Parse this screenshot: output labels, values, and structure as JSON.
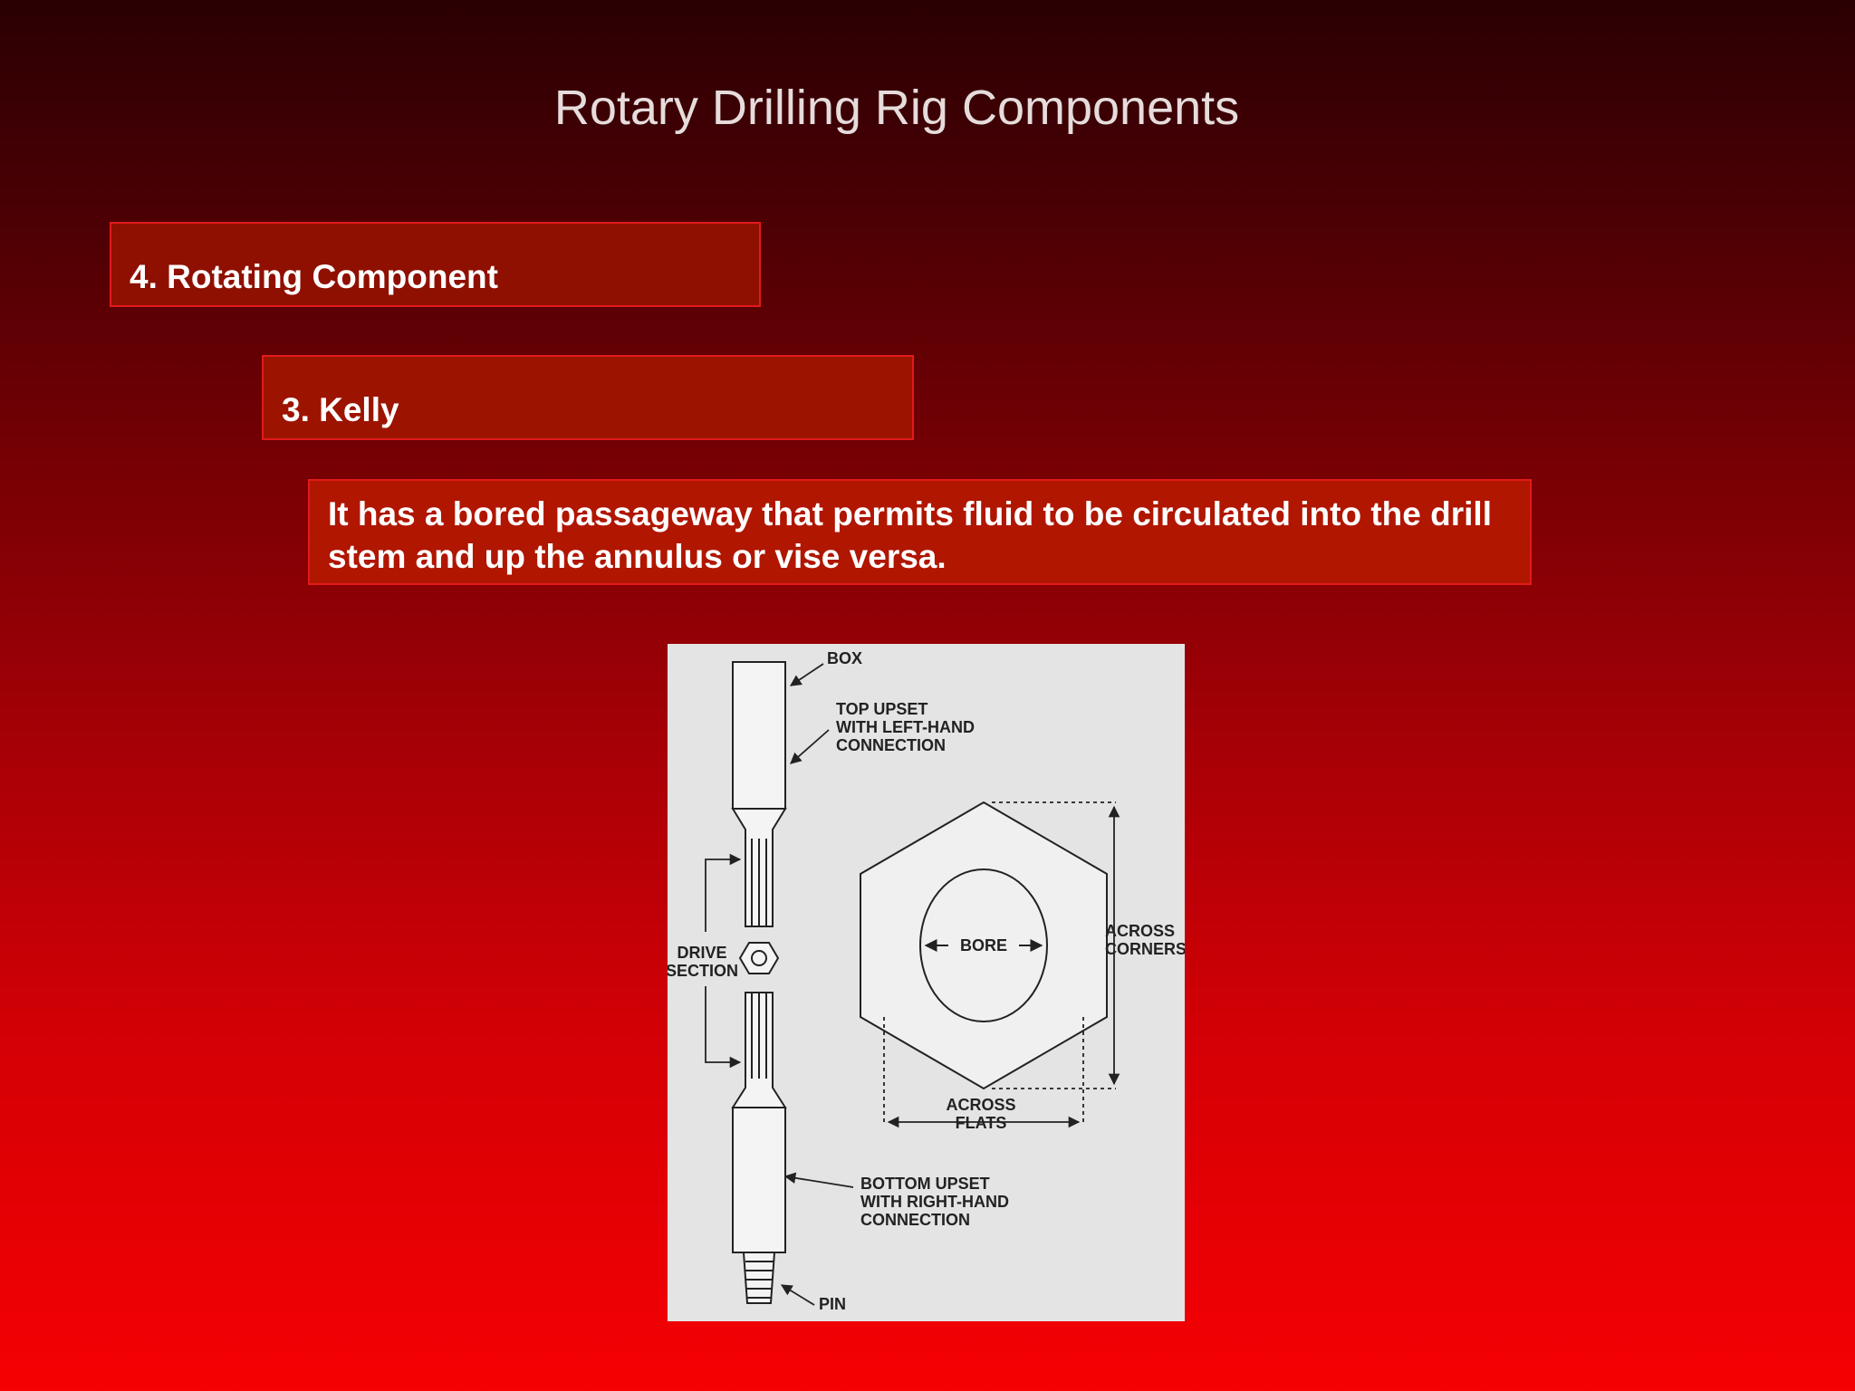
{
  "slide": {
    "title": "Rotary Drilling Rig Components"
  },
  "boxes": {
    "section": "4. Rotating Component",
    "subsection": "3. Kelly",
    "description": "It has a bored passageway that permits fluid to be circulated into the drill stem and up the annulus or vise versa."
  },
  "diagram": {
    "labels": {
      "box": "BOX",
      "top_upset_1": "TOP UPSET",
      "top_upset_2": "WITH LEFT-HAND",
      "top_upset_3": "CONNECTION",
      "drive_1": "DRIVE",
      "drive_2": "SECTION",
      "bore": "BORE",
      "across_corners_1": "ACROSS",
      "across_corners_2": "CORNERS",
      "across_flats_1": "ACROSS",
      "across_flats_2": "FLATS",
      "bottom_upset_1": "BOTTOM UPSET",
      "bottom_upset_2": "WITH RIGHT-HAND",
      "bottom_upset_3": "CONNECTION",
      "pin": "PIN"
    }
  },
  "colors": {
    "background_top": "#2a0003",
    "background_bottom": "#f50003",
    "box_fill": "#9c1400",
    "box_border": "#e21a1a",
    "diagram_paper": "#e4e4e4"
  }
}
